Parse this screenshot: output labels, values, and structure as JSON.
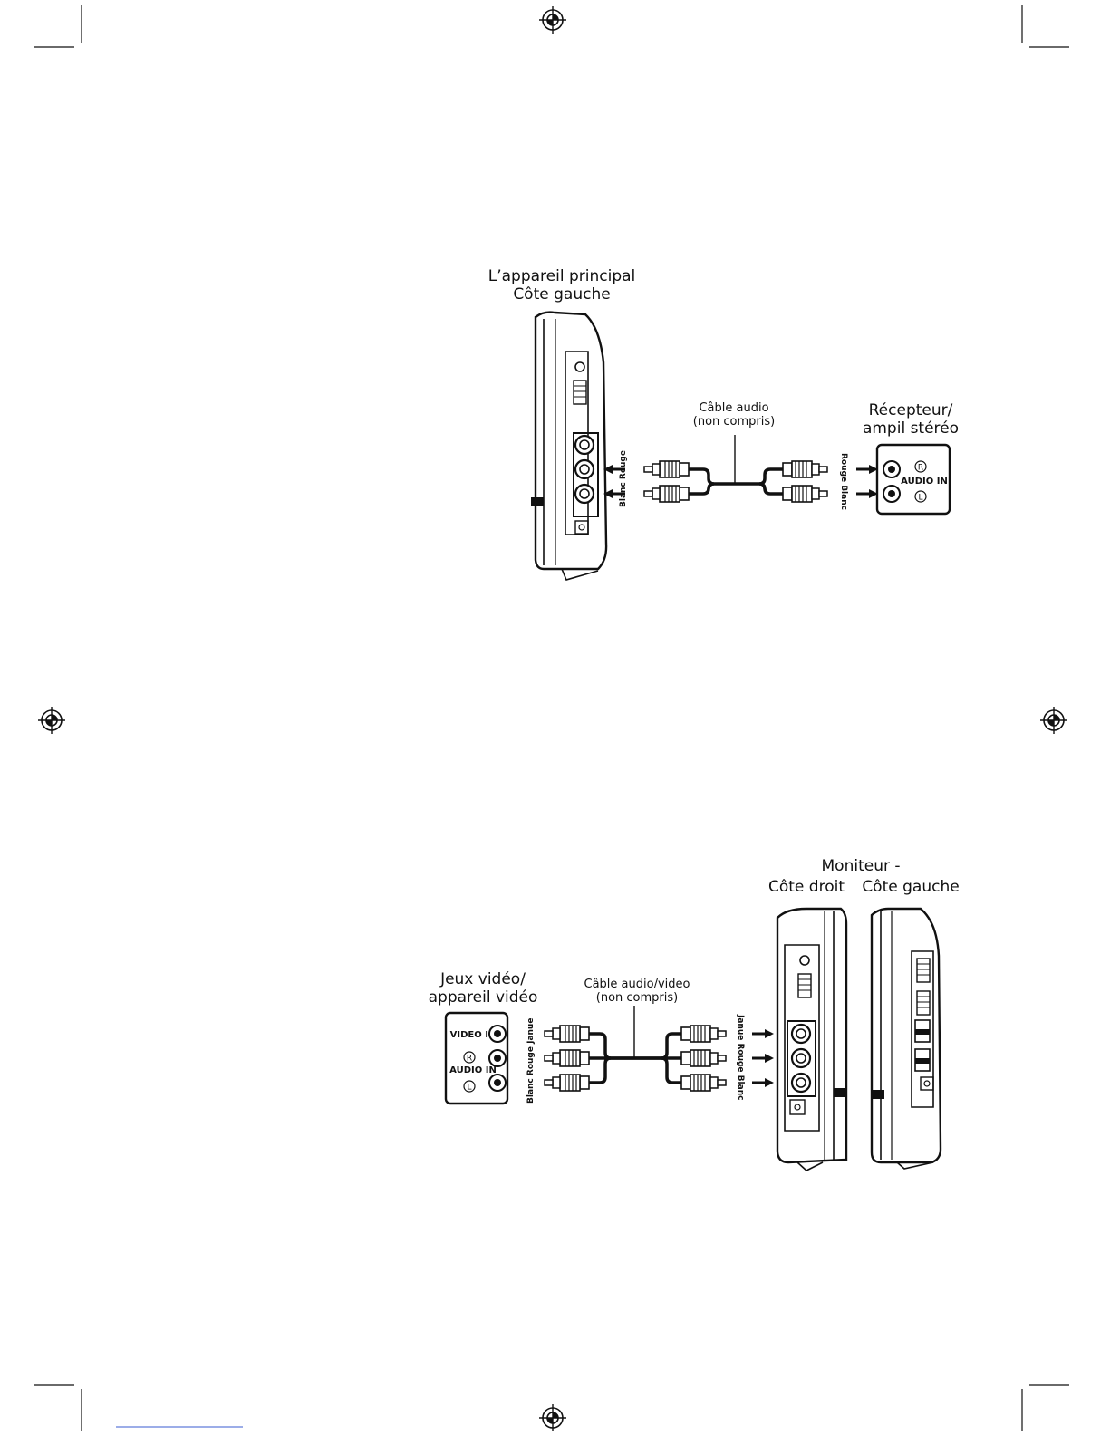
{
  "diagram1": {
    "main_unit_line1": "L’appareil principal",
    "main_unit_line2": "Côte gauche",
    "cable_line1": "Câble audio",
    "cable_line2": "(non compris)",
    "receiver_line1": "Récepteur/",
    "receiver_line2": "ampil stéréo",
    "left_plug_labels": "Blanc Rouge",
    "right_plug_labels": "Rouge Blanc",
    "panel_label": "AUDIO IN",
    "symbol_r": "R",
    "symbol_l": "L"
  },
  "diagram2": {
    "monitor_line1": "Moniteur -",
    "monitor_right_side": "Côte droit",
    "monitor_left_side": "Côte gauche",
    "source_line1": "Jeux vidéo/",
    "source_line2": "appareil vidéo",
    "cable_line1": "Câble audio/video",
    "cable_line2": "(non compris)",
    "left_plug_labels": "Blanc Rouge  Janue",
    "right_plug_labels": "Janue  Rouge  Blanc",
    "video_in_label": "VIDEO IN",
    "audio_in_label": "AUDIO IN",
    "symbol_r": "R",
    "symbol_l": "L"
  }
}
